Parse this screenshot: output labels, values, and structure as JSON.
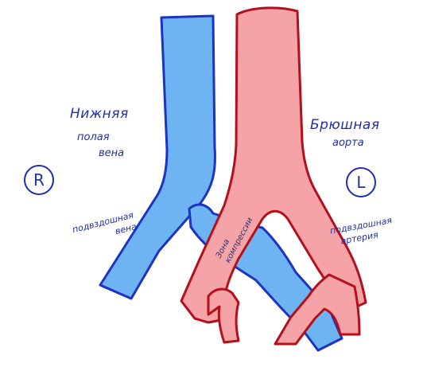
{
  "labels": {
    "ivc": [
      "Нижняя",
      "полая",
      "вена"
    ],
    "aorta": [
      "Брюшная",
      "аорта"
    ],
    "iliac_vein": [
      "подвздошная",
      "вена"
    ],
    "iliac_artery": [
      "подвздошная",
      "артерия"
    ],
    "compression_zone": [
      "Зона",
      "компрессии"
    ]
  },
  "markers": {
    "right": "R",
    "left": "L"
  },
  "colors": {
    "vein_fill": "#6fb4f2",
    "vein_outline": "#1c33c4",
    "artery_fill": "#f5a3a6",
    "artery_outline": "#b3101c",
    "text": "#1f2fae"
  }
}
